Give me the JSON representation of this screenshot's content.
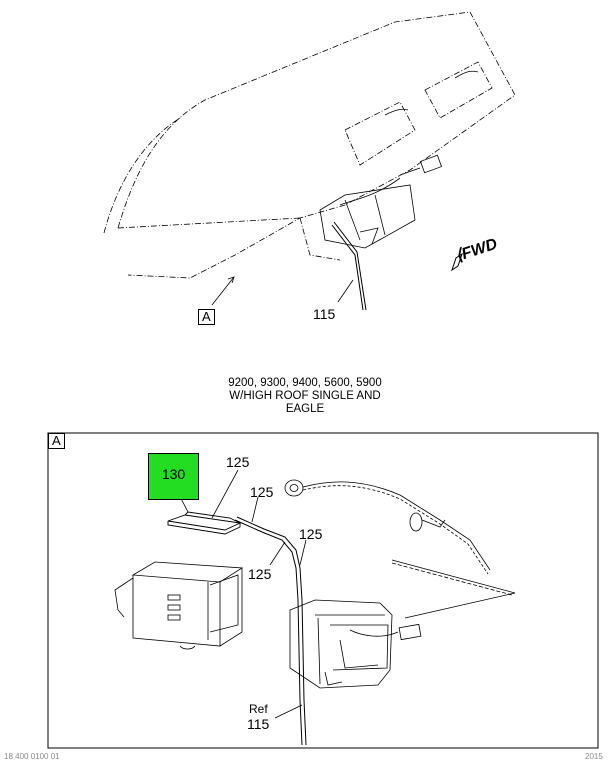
{
  "caption": {
    "line1": "9200, 9300, 9400, 5600, 5900",
    "line2": "W/HIGH ROOF SINGLE AND",
    "line3": "EAGLE"
  },
  "view_marker": "A",
  "fwd_label": "FWD",
  "fwd_arrow": "⟨",
  "callouts": {
    "c115_top": "115",
    "c130": "130",
    "c125_a": "125",
    "c125_b": "125",
    "c125_c": "125",
    "c125_d": "125",
    "ref_word": "Ref",
    "c115_bottom": "115"
  },
  "footer": {
    "left": "18 400 0100 01",
    "right": "2015"
  },
  "colors": {
    "highlight": "#22dd22",
    "line": "#000000"
  }
}
